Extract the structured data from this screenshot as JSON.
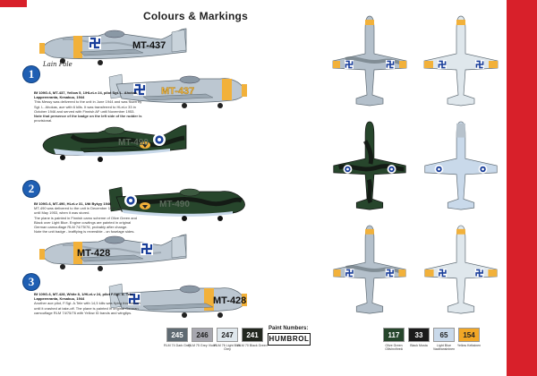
{
  "header": {
    "title": "Colours & Markings"
  },
  "profiles": [
    {
      "number": "1",
      "code": "MT-437",
      "lines": [
        "Bf 109G-6, MT-437, Yellow 5, 1/HLeLv 24, pilot Sgt. L. Ahokas,",
        "Lappeenranta, Kesakuu, 1944",
        "This Messy was delivered to the unit in June 1944 and was flown by",
        "Sgt. L. Ahokas, ace with 6 kills. It was transferred to HLeLv 33 in",
        "October 1946 and served with Finnish AF until November 1953.",
        "Note that presence of the badge on the left side of the rudder is",
        "provisional."
      ],
      "signature": "Lain Pole"
    },
    {
      "number": "2",
      "code": "MT-490",
      "lines": [
        "Bf 109G-6, MT-490, HLeLv 31, Utti Bykyy 1946",
        "MT-490 was delivered to the unit in December 1946 and served",
        "until May 1953, when it was stored.",
        "The plane is painted in Finnish camo scheme of Olive Green and",
        "Black over Light Blue. Engine cowlings are painted in original",
        "German camouflage RLM 74/75/76, probably after change.",
        "Note the unit badge - leafflying is reversible - on fuselage sides."
      ]
    },
    {
      "number": "3",
      "code": "MT-428",
      "lines": [
        "Bf 109G-6, MT-428, White 8, 1/HLeLv 24, pilot F.Sgt. A. Tele,",
        "Lappeenranta, Kesakuu, 1944",
        "Another ace pilot, F.Sgt. A.Tele with 14,5 kills was flying this aircraft",
        "until it crashed at take-off. The plane is painted in original German",
        "camouflage RLM 74/75/76 with Yellow ID bands and wingtips."
      ]
    }
  ],
  "paint": {
    "label": "Paint Numbers:",
    "brand": "HUMBROL",
    "swatches": [
      {
        "code": "245",
        "name": "RLM 74 Dark Grey",
        "color": "#5f6a72",
        "text": "#ffffff"
      },
      {
        "code": "246",
        "name": "RLM 75 Grey Violet",
        "color": "#a7a7af",
        "text": "#222222"
      },
      {
        "code": "247",
        "name": "RLM 76 Light Blue Grey",
        "color": "#dfe7ec",
        "text": "#222222"
      },
      {
        "code": "241",
        "name": "RLM 70 Black Green",
        "color": "#22271f",
        "text": "#ffffff"
      },
      {
        "code": "117",
        "name": "Olive Green Oliivinvihreä",
        "color": "#26452b",
        "text": "#ffffff"
      },
      {
        "code": "33",
        "name": "Black Musta",
        "color": "#1b1b1b",
        "text": "#ffffff"
      },
      {
        "code": "65",
        "name": "Light Blue Vaaleansininen",
        "color": "#c9d9ea",
        "text": "#222222"
      },
      {
        "code": "154",
        "name": "Yellow Keltainen",
        "color": "#f1a726",
        "text": "#222222"
      }
    ]
  },
  "colors": {
    "accent_red": "#d8202a",
    "number_blue": "#1f5fb3",
    "marking_yellow": "#f2b13a",
    "roundel_blue": "#1a3f9a"
  }
}
